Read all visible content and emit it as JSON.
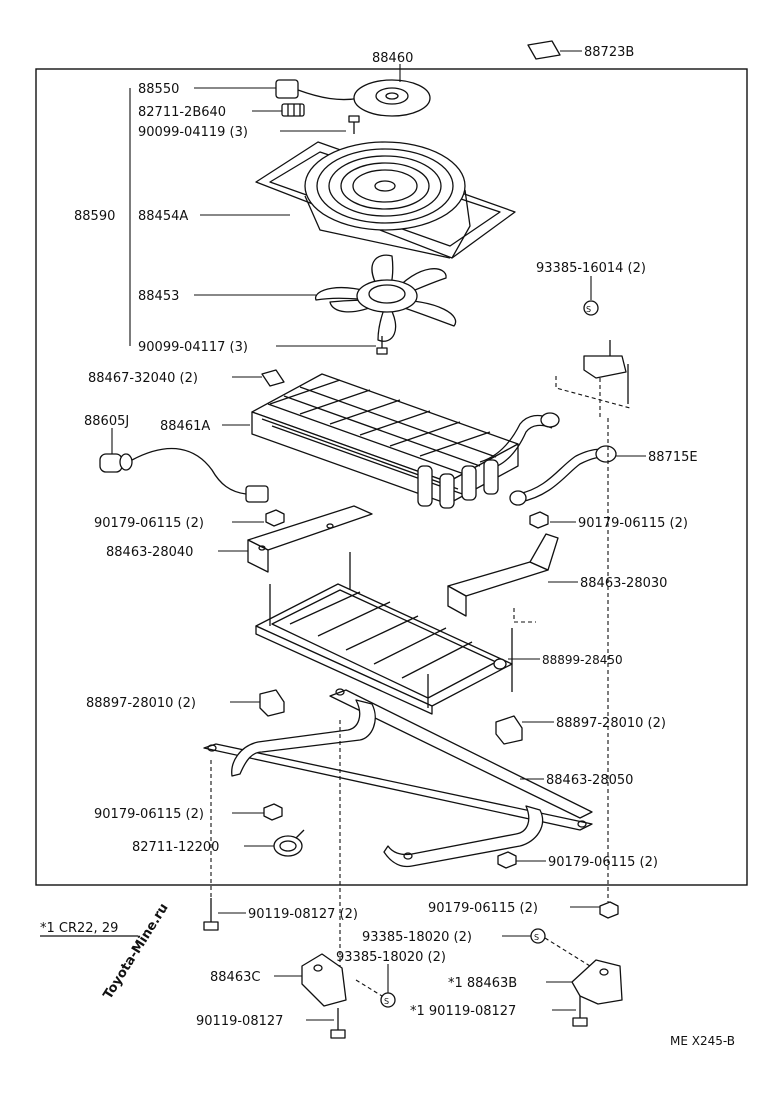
{
  "watermark": "Toyota-Mine.ru",
  "drawing_code": "ME X245-B",
  "note": "*1 CR22, 29",
  "parts": {
    "p88460": "88460",
    "p88723B": "88723B",
    "p88550": "88550",
    "p82711_2B640": "82711-2B640",
    "p90099_04119": "90099-04119 (3)",
    "p88590": "88590",
    "p88454A": "88454A",
    "p88453": "88453",
    "p93385_16014": "93385-16014 (2)",
    "p90099_04117": "90099-04117 (3)",
    "p88467_32040": "88467-32040 (2)",
    "p88605J": "88605J",
    "p88461A": "88461A",
    "p88715E": "88715E",
    "p90179_06115_a": "90179-06115 (2)",
    "p90179_06115_b": "90179-06115 (2)",
    "p88463_28040": "88463-28040",
    "p88463_28030": "88463-28030",
    "p88899_28450": "88899-28450",
    "p88897_28010_a": "88897-28010 (2)",
    "p88897_28010_b": "88897-28010 (2)",
    "p88463_28050": "88463-28050",
    "p90179_06115_c": "90179-06115 (2)",
    "p82711_12200": "82711-12200",
    "p90179_06115_d": "90179-06115 (2)",
    "p90119_08127_a": "90119-08127 (2)",
    "p90179_06115_e": "90179-06115 (2)",
    "p93385_18020_a": "93385-18020 (2)",
    "p93385_18020_b": "93385-18020 (2)",
    "p88463C": "88463C",
    "p88463B": "*1 88463B",
    "p90119_08127_b": "90119-08127",
    "p90119_08127_c": "*1 90119-08127"
  }
}
